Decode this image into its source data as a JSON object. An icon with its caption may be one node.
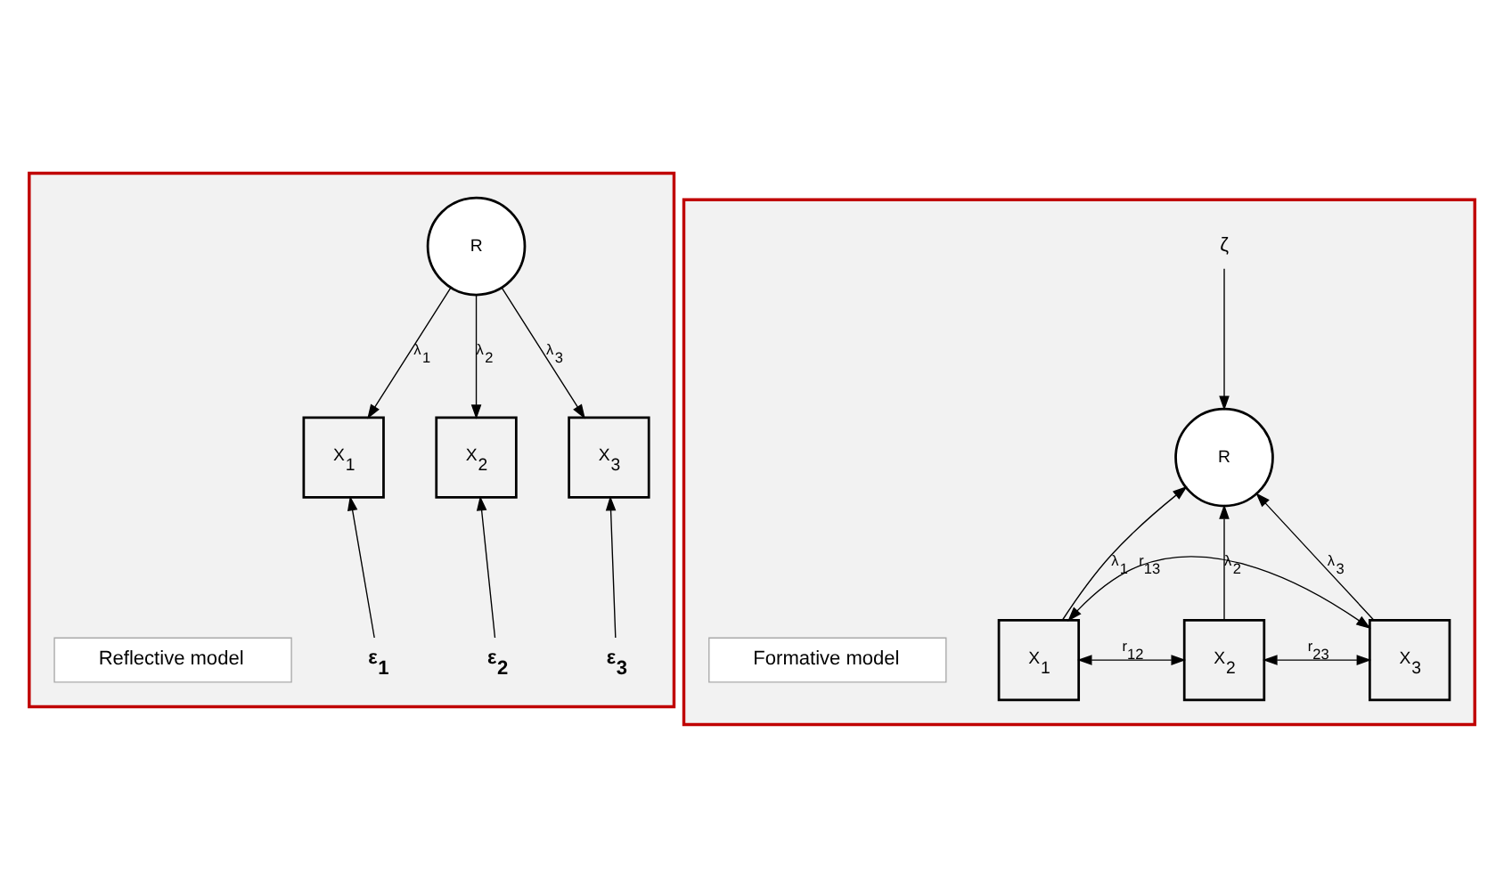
{
  "diagram": {
    "nodes": [
      {
        "text": [],
        "shape": "box"
      },
      {
        "text": [
          "R"
        ],
        "in": 0
      },
      {
        "text": [
          "X$_{1}$"
        ],
        "in": 0
      },
      {
        "text": [
          "X$_{2}$"
        ],
        "in": 0
      },
      {
        "text": [
          "X$_{3}$"
        ],
        "in": 0
      },
      {
        "text": [
          "ε$_{1}$"
        ],
        "in": 0
      },
      {
        "text": [
          "ε$_{2}$"
        ],
        "in": 0
      },
      {
        "text": [
          "ε$_{3}$"
        ],
        "in": 0
      },
      {
        "text": [
          "Reflective model"
        ],
        "in": 0
      },
      {
        "text": [],
        "shape": "box"
      },
      {
        "text": [
          "ζ"
        ],
        "in": 9
      },
      {
        "text": [
          "R"
        ],
        "in": 9
      },
      {
        "text": [
          "X$_{1}$"
        ],
        "in": 9
      },
      {
        "text": [
          "X$_{2}$"
        ],
        "in": 9
      },
      {
        "text": [
          "X$_{3}$"
        ],
        "in": 9
      },
      {
        "text": [
          "Formative model"
        ],
        "in": 9
      }
    ],
    "edges": [
      {
        "from": 1,
        "to": 2,
        "arrow": "to",
        "label": "λ$_{1}$"
      },
      {
        "from": 1,
        "to": 3,
        "arrow": "to",
        "label": "λ$_{2}$"
      },
      {
        "from": 1,
        "to": 4,
        "arrow": "to",
        "label": "λ$_{3}$"
      },
      {
        "from": 5,
        "to": 2,
        "arrow": "to"
      },
      {
        "from": 6,
        "to": 3,
        "arrow": "to"
      },
      {
        "from": 7,
        "to": 4,
        "arrow": "to"
      },
      {
        "from": 10,
        "to": 11,
        "arrow": "to"
      },
      {
        "from": 12,
        "to": 11,
        "arrow": "to",
        "label": "λ$_{1}$"
      },
      {
        "from": 13,
        "to": 11,
        "arrow": "to",
        "label": "λ$_{2}$"
      },
      {
        "from": 14,
        "to": 11,
        "arrow": "to",
        "label": "λ$_{3}$"
      },
      {
        "from": 12,
        "to": 13,
        "arrow": "both",
        "label": "r$_{12}$"
      },
      {
        "from": 13,
        "to": 14,
        "arrow": "both",
        "label": "r$_{23}$"
      },
      {
        "from": 12,
        "to": 14,
        "arrow": "both",
        "label": "r$_{13}$"
      }
    ]
  }
}
